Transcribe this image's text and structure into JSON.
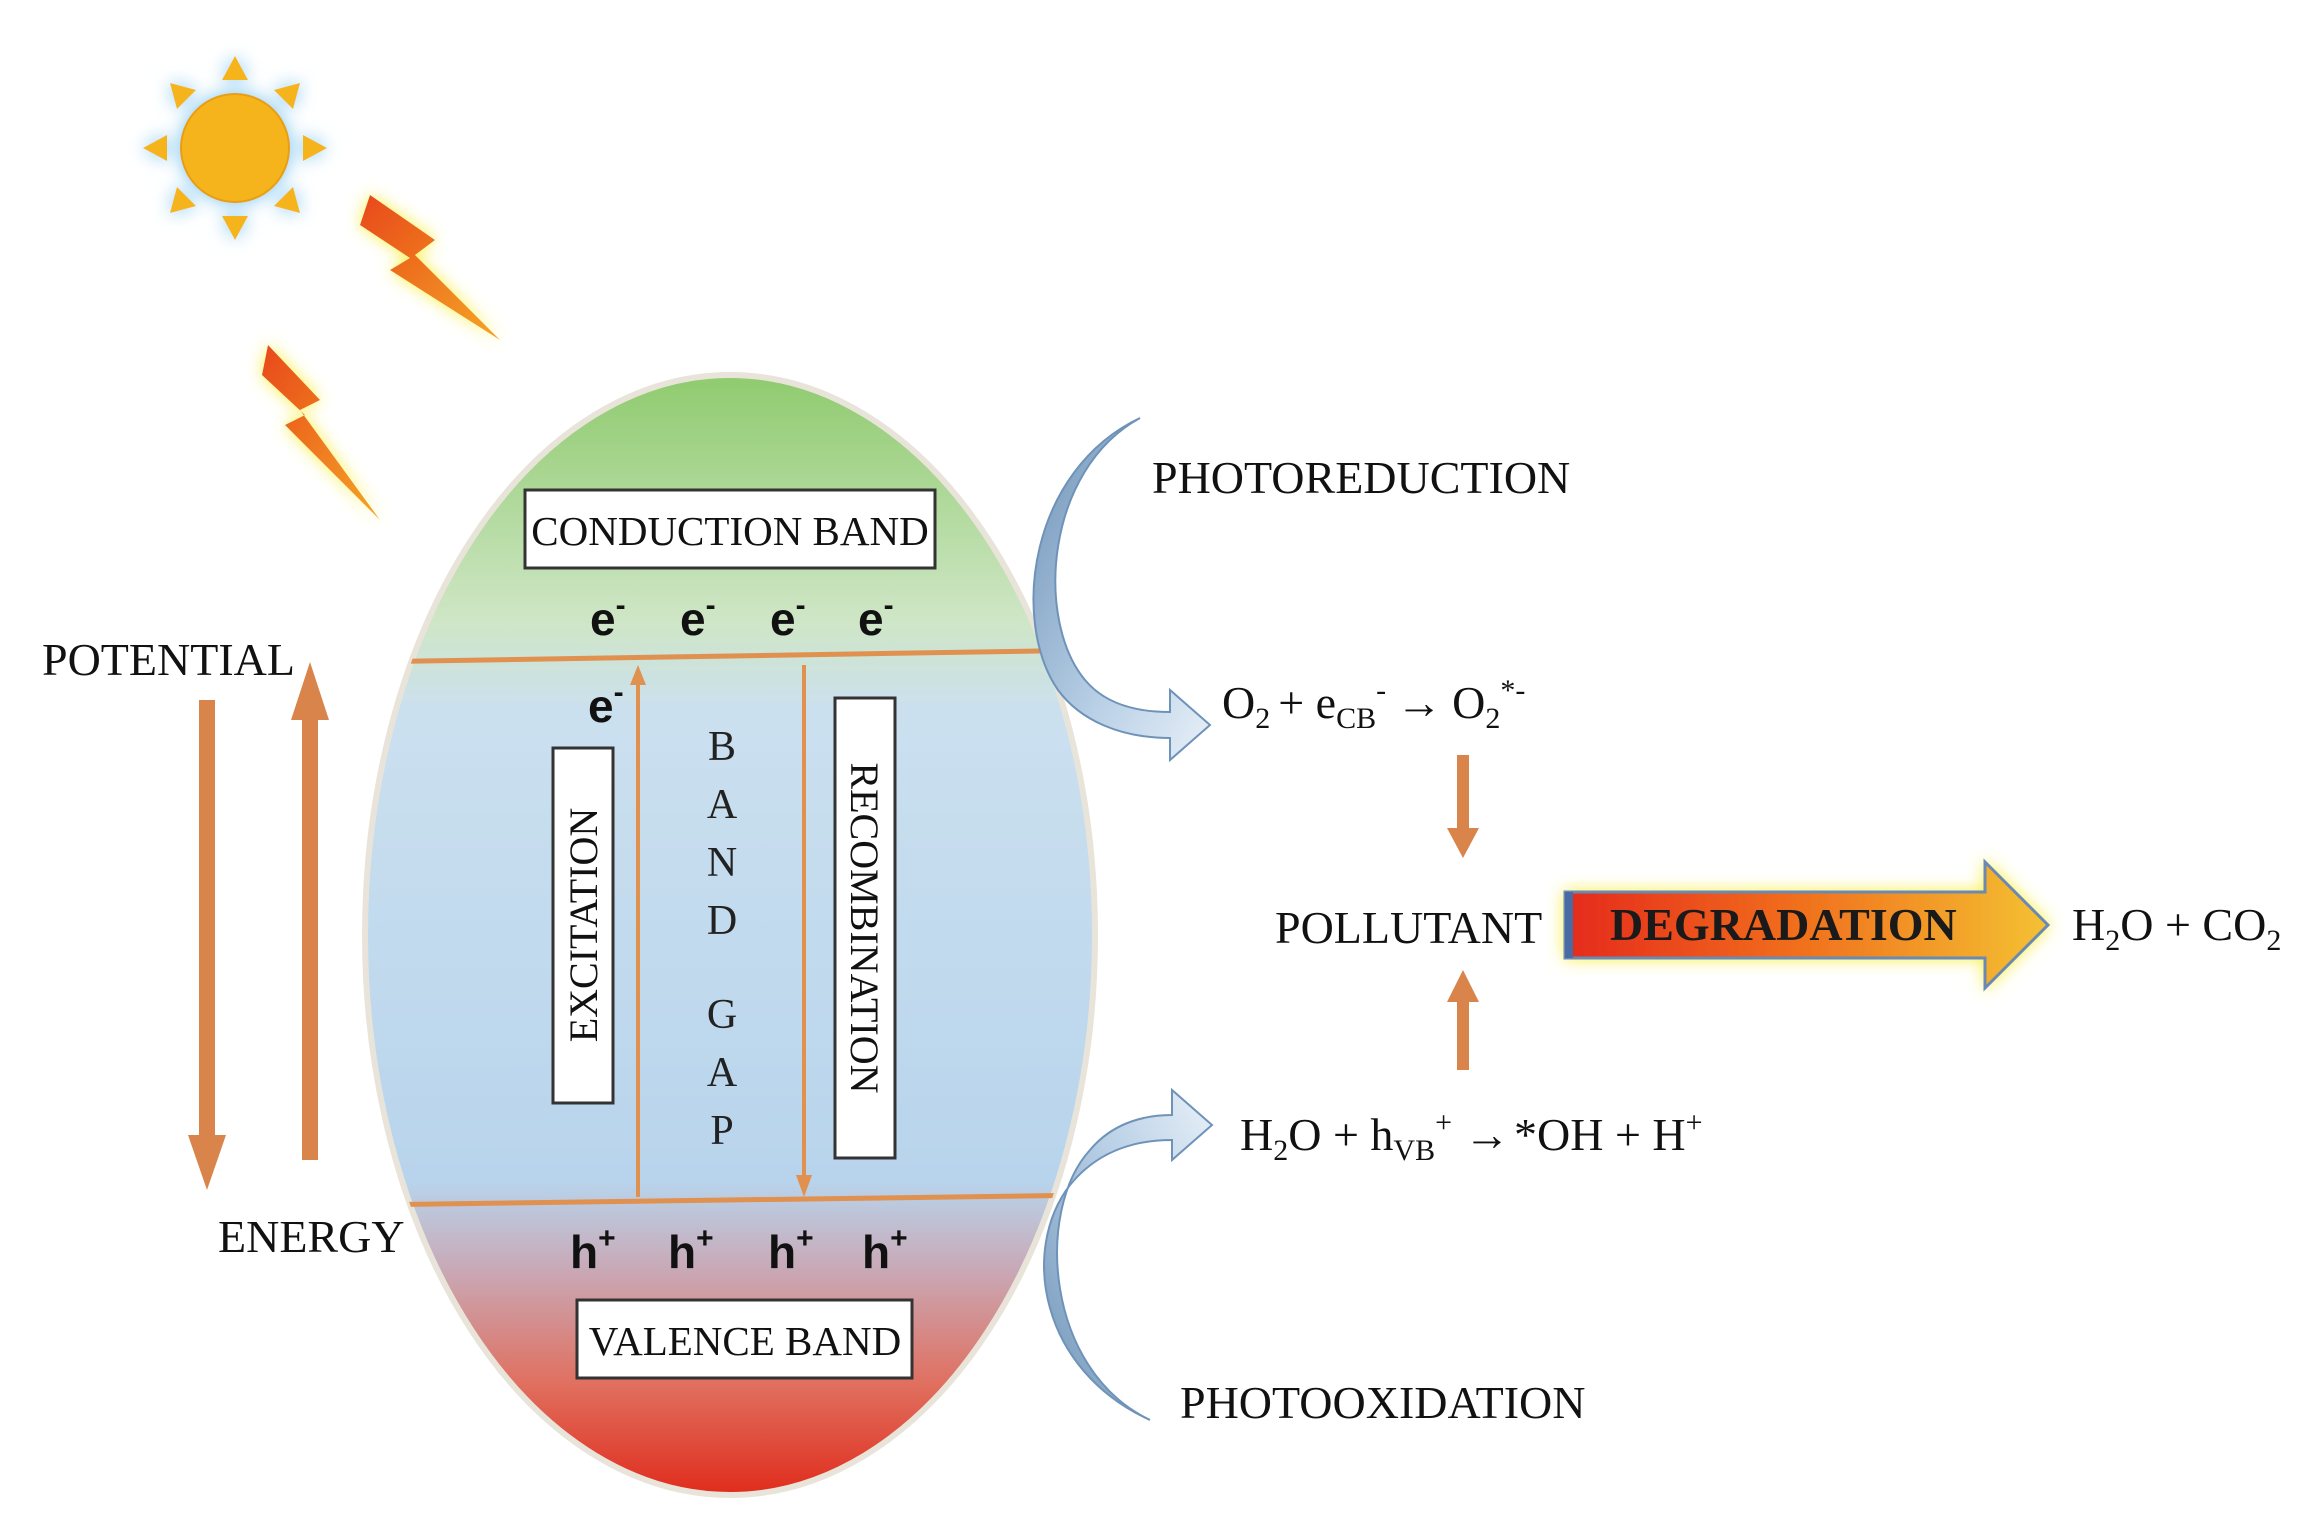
{
  "labels": {
    "potential": "POTENTIAL",
    "energy": "ENERGY",
    "conduction_band": "CONDUCTION BAND",
    "valence_band": "VALENCE BAND",
    "band_gap": [
      "B",
      "A",
      "N",
      "D",
      "G",
      "A",
      "P"
    ],
    "excitation": "EXCITATION",
    "recombination": "RECOMBINATION",
    "photoreduction": "PHOTOREDUCTION",
    "photooxidation": "PHOTOOXIDATION",
    "pollutant": "POLLUTANT",
    "degradation": "DEGRADATION"
  },
  "carriers": {
    "electron": "e",
    "electron_charge": "-",
    "hole": "h",
    "hole_charge": "+"
  },
  "equations": {
    "reduction": {
      "o2": "O",
      "o2_sub": "2",
      "plus": "+ e",
      "ecb_sub": "CB",
      "ecb_sup": "-",
      "arrow": "→",
      "prod": "O",
      "prod_sub": "2",
      "prod_sup": "*-"
    },
    "oxidation": {
      "h2o_h": "H",
      "h2o_sub": "2",
      "h2o_o": "O + h",
      "hvb_sub": "VB",
      "hvb_sup": "+",
      "arrow": "→",
      "prod": "*OH + H",
      "prod_sup": "+"
    },
    "products": {
      "h": "H",
      "h_sub": "2",
      "o_plus_co": "O + CO",
      "co2_sub": "2"
    }
  },
  "colors": {
    "orange_arrow": "#d9844a",
    "band_line": "#e0904f",
    "conduction_green": "#8fcb6e",
    "valence_red": "#e02c1c",
    "gap_blue": "#c5dcee",
    "curved_arrow": "#9dbcd8",
    "sun": "#f6b41f"
  }
}
